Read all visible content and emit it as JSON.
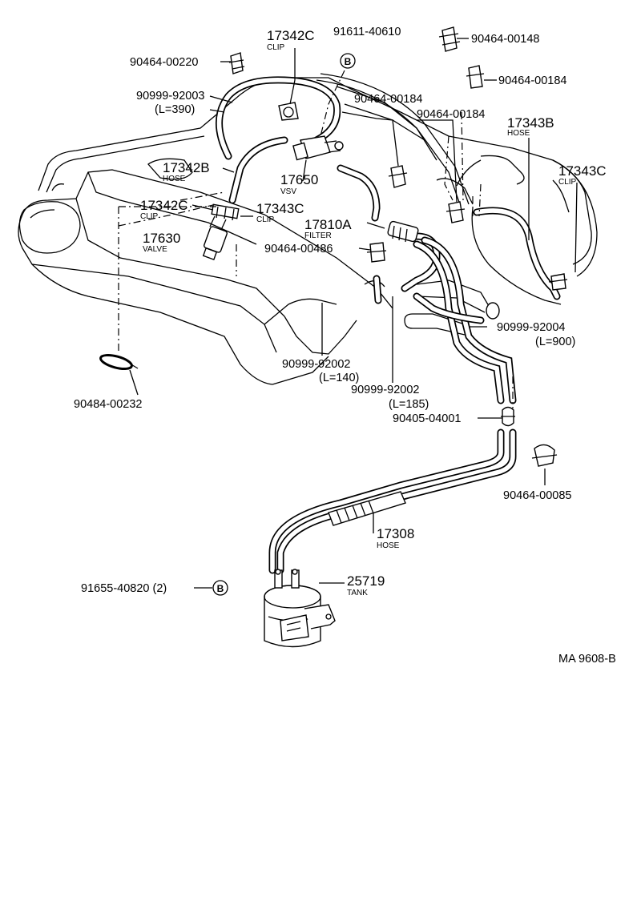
{
  "diagram": {
    "footer_code": "MA 9608-B",
    "labels": {
      "p91611": "91611-40610",
      "p17342c_top": "17342C",
      "p17342c_top_sub": "CLIP",
      "p90464_00220": "90464-00220",
      "p90999_92003": "90999-92003",
      "p90999_92003_len": "(L=390)",
      "p90464_00148": "90464-00148",
      "p90464_00184_r": "90464-00184",
      "p90464_00184_a": "90464-00184",
      "p90464_00184_b": "90464-00184",
      "p17343b": "17343B",
      "p17343b_sub": "HOSE",
      "p17343c_r": "17343C",
      "p17343c_r_sub": "CLIP",
      "p17342b": "17342B",
      "p17342b_sub": "HOSE",
      "p17650": "17650",
      "p17650_sub": "VSV",
      "p17342c_mid": "17342C",
      "p17342c_mid_sub": "CLIP",
      "p17343c_mid": "17343C",
      "p17343c_mid_sub": "CLIP",
      "p17810a": "17810A",
      "p17810a_sub": "FILTER",
      "p17630": "17630",
      "p17630_sub": "VALVE",
      "p90464_00486": "90464-00486",
      "p90999_92004": "90999-92004",
      "p90999_92004_len": "(L=900)",
      "p90999_92002_a": "90999-92002",
      "p90999_92002_a_len": "(L=140)",
      "p90999_92002_b": "90999-92002",
      "p90999_92002_b_len": "(L=185)",
      "p90405": "90405-04001",
      "p90484": "90484-00232",
      "p90464_00085": "90464-00085",
      "p17308": "17308",
      "p17308_sub": "HOSE",
      "p91655": "91655-40820 (2)",
      "p25719": "25719",
      "p25719_sub": "TANK",
      "ref_b": "B"
    }
  }
}
